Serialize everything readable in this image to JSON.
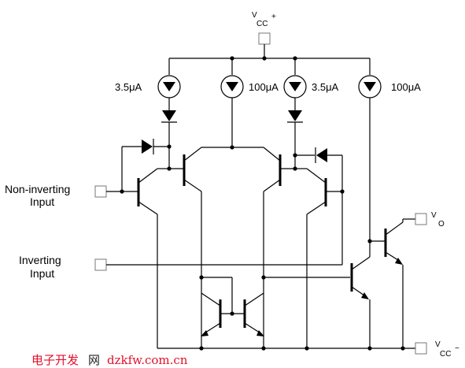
{
  "labels": {
    "vcc_pos_main": "V",
    "vcc_pos_sub": "CC",
    "vcc_pos_sign": "+",
    "vcc_neg_main": "V",
    "vcc_neg_sub": "CC",
    "vcc_neg_sign": "−",
    "vo_main": "V",
    "vo_sub": "O",
    "non_inverting_line1": "Non-inverting",
    "non_inverting_line2": "Input",
    "inverting_line1": "Inverting",
    "inverting_line2": "Input",
    "current_source_1": "3.5μA",
    "current_source_2": "100μA",
    "current_source_3": "3.5μA",
    "current_source_4": "100μA"
  },
  "watermark": {
    "chinese": "电子开发",
    "net": "网",
    "url": "dzkfw.com.cn"
  },
  "colors": {
    "wire": "#000000",
    "terminal": "#777777",
    "watermark": "#e0102a"
  }
}
